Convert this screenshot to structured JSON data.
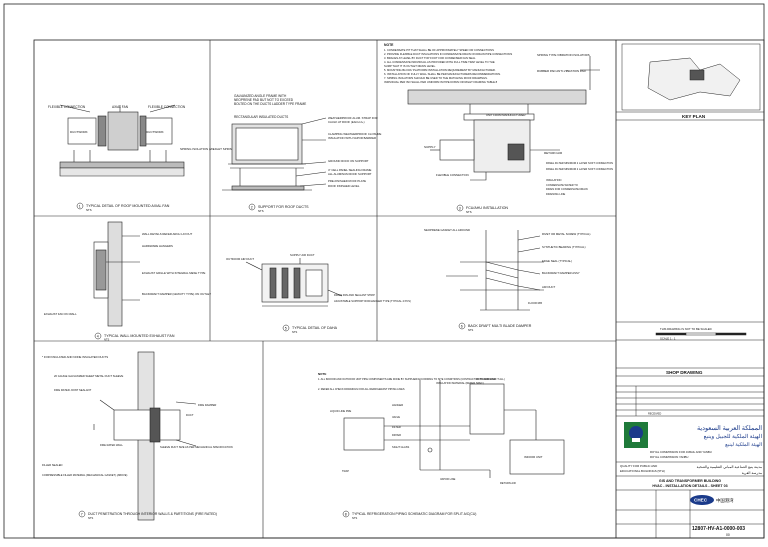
{
  "notes": {
    "heading": "NOTE",
    "lines": [
      "1. CONDENSATE PIT THAT SHALL BE OF APPROXIMATELY SPEED OR CONNECTIONS",
      "2. PROVIDE FLEXIBLE DUCT INSULATIONS IN CONDENSATE DRAIN ON DRAIN PIPE CONNECTIONS",
      "3. BRACES AT LEVEL BY DUCT TOP FOOT FOR CONDENSER FAN SEAL",
      "4. ALL CONDENSATE INDIVIDUAL AS PROVIDED WITH FULL TIME TRAP LEVEL TO THE",
      "   SUMP THAT IT IS OUTLET DRAIN LEVEL.",
      "5. MOUNTING BLOCK/ PLATFORM INSTALLATION REQUIREMENT BY MANUFACTURER.",
      "6. INSTALLATION OF FULLY WALL SHALL BE PER MANUFACTURERS RECOMMENDATIONS.",
      "7. SPRING ISOLATORS SHOULD BE USED TO THE MATCHING ROOF DRAWINGS.",
      "   INDIVIDUAL PER ISO SHALL PER UNIFORM IN PIPE DOWN OR RIGHT FRAMING TABLE 8"
    ]
  },
  "details": {
    "d1": {
      "num": "1",
      "title": "TYPICAL DETAIL OF ROOF MOUNTED AXIAL FAN",
      "scale": "NTS",
      "labels": {
        "flex_conn_l": "FLEXIBLE CONNECTION",
        "axial_fan": "AXIAL FAN",
        "flex_conn_r": "FLEXIBLE CONNECTION",
        "duct_l": "DUCTWORK",
        "duct_r": "DUCTWORK",
        "spring": "SPRING ISOLATION (WEIGHT SPRING)"
      }
    },
    "d2": {
      "num": "2",
      "title": "SUPPORT FOR ROOF DUCTS",
      "scale": "NTS",
      "labels": {
        "galv": "GALVANIZED ANGLE FRAME WITH",
        "galv2": "NEOPRENE PAD BUT NOT TO EXCEED",
        "galv3": "BOLTED ON THE DUCTS LADDER TYPE FRAME",
        "rect": "RECTANGULAR INSULATED DUCTS",
        "weld": "WEATHERPROOF ALUM. STRAP FOR",
        "weld2": "CAULK AT ROOF (EACH 2+)",
        "weld3": "CLAMPING WEATHERPROOF CLOSURE",
        "weld4": "INSULATION WITH VAPOR BARRIER",
        "support": "GROUND ROOF ON SUPPORT",
        "gusset": "4\" CELL PANEL SEALING FRAME",
        "gusset2": "ALL ALUMINUM ROOF SUPPORT",
        "base": "PRE-FINISHED ROOF PLATE",
        "floor": "ROOF FINISHED LEVEL"
      }
    },
    "d3": {
      "num": "3",
      "title": "FCU/AHU INSTALLATION",
      "scale": "NTS",
      "labels": {
        "spring_top": "SPRING TYPE VIBRATION ISOLATORS",
        "rubber": "RUBBER PAD ANTI-VIBRATION PAD",
        "unit": "UNIT FROM MANUFACTURER",
        "supply": "SUPPLY",
        "return": "RETURN AIR",
        "flex": "FLEXIBLE CONNECTION",
        "panel1": "PANEL FILTER MINIMUM 2 LAYER SOFT CONNECTION",
        "panel2": "PANEL FILTER MINIMUM 2 LAYER SOFT CONNECTION",
        "insul": "INSULATION",
        "cond": "CONDENSATE WATER TO",
        "cond2": "DRAIN FOR CONDENSATE DRAIN",
        "drain": "DRAINING LINE"
      }
    },
    "d4": {
      "num": "4",
      "title": "TYPICAL WALL MOUNTED EXHAUST FAN",
      "scale": "NTS",
      "labels": {
        "wall": "WALL DETAILS REFER ARCH LAYOUT",
        "hanger": "HARDWARE HANGERS",
        "exhaust": "EXHAUST GRILLE WITH INTEGRAL MESH TYPE",
        "backdraft": "BACKDRAFT DAMPER (GRAVITY TYPE) ON OUTLET",
        "fan": "EXHAUST FAN ON WALL"
      }
    },
    "d5": {
      "num": "5",
      "title": "TYPICAL DETAIL OF DAHA",
      "scale": "NTS",
      "labels": {
        "outdoor": "OUTDOOR AIR DUCT",
        "supply": "SUPPLY AIR DUCT",
        "louvre": "DRAIN PAN AND SEALANT STRIP",
        "support": "ADJUSTABLE SUPPORT ROD/HANGER TYPE (TYPICAL 4 PCS)"
      }
    },
    "d6": {
      "num": "6",
      "title": "BACK DRAFT MULTI BLADE DAMPER",
      "scale": "NTS",
      "labels": {
        "neoprene": "NEOPRENE GASKET ALL AROUND",
        "rivet": "RIVET OR METAL SCREW (TYPICAL)",
        "synth": "SYNTHETIC BEARING (TYPICAL)",
        "edge": "EDGE SEAL (TYPICAL)",
        "backdraft": "BACKDRAFT DAMPER ASSY",
        "air": "AIR DUCT",
        "frame": "FLOOR RIB"
      }
    },
    "d7": {
      "num": "7",
      "title": "DUCT PENETRATION THROUGH INTERIOR WALLS & PARTITIONS (FIRE RATED)",
      "scale": "NTS",
      "labels": {
        "note": "* FOR INSULATED AND NONE INSULATED DUCTS",
        "galv": "20 GAUGE GALVANIZED SHEET METAL DUCT SLEEVE",
        "fire": "FIRE RATED JOINT SEALANT",
        "damper": "FIRE DAMPER",
        "duct": "DUCT",
        "wall": "FIRE RATED WALL",
        "sleeve": "SLEEVE DUCT SIZE AS PER MECHANICAL SPECIFICATION",
        "filler": "FILLER SEALED",
        "comp": "COMPRESSIBLE FILLER MATERIAL (MECHANICAL GASKET) (ABOVE)"
      }
    },
    "d8": {
      "num": "8",
      "title": "TYPICAL REFRIGERATION PIPING SCHEMATIC DIAGRAM FOR SPLIT A/C(CU)",
      "scale": "NTS",
      "labels": {
        "note": "NOTE",
        "n1": "1. ALL INDOOR AND OUTDOOR UNIT PIPE COMPONENTS ARE DONE BY SUPPLIER/ACCORDING TO SITE CONDITIONS (CONTRACTOR TO ARRANGE IT ALL)",
        "n2": "2. REFER ALL CHECK DRAWINGS FOR ALL REFRIGERANT PIPING LINES",
        "liquid": "LIQUID LINE PRE",
        "hanger": "HANGER",
        "valve": "VALVE",
        "outdoor": "OUTDOOR UNIT",
        "insul": "INSULATION MATERIAL (REFER SPEC)",
        "filter": "FILTER",
        "dryer": "DRYER",
        "sight": "SIGHT GLASS",
        "indoor": "INDOOR UNIT",
        "vapor": "VAPOR LINE",
        "trap": "TRAP",
        "return": "RETURN AIR"
      }
    }
  },
  "titleblock": {
    "key_plan": "KEY PLAN",
    "shop_drawing": "SHOP DRAWING",
    "scale_label": "SCALE 1 : 1",
    "arabic_org1": "المملكة العربية السعودية",
    "arabic_org2": "الهيئة الملكية للجبيل وينبع",
    "arabic_org3": "الهيئة الملكية لينبع",
    "org_en": "ROYAL COMMISSION FOR JUBAIL AND YANBU",
    "org_en2": "ROYAL COMMISSION YANBU",
    "project_en1": "QUALITY FOR PUBLIC AND",
    "project_en2": "EDUCATIONAL BUILDINGS (5TH)",
    "project_ar1": "مدينة ينبع الصناعية المباني التعليمية والصحية",
    "project_ar2": "مدرسة القرية",
    "sheet_title1": "GIS AND TRANSFORMER BUILDING",
    "sheet_title2": "HVAC - INSTALLATION DETAILS - SHEET 03",
    "contractor": "CHEC",
    "contractor_cn": "中国港湾",
    "drawing_no": "12807-HV-A1-0000-003",
    "rev": "00",
    "warning": "THIS DRAWING IS NOT TO BE SCALED",
    "received": "RECEIVED"
  },
  "colors": {
    "ink": "#111111",
    "brand_blue": "#1a3a8a",
    "brand_green": "#1f7a3a"
  }
}
